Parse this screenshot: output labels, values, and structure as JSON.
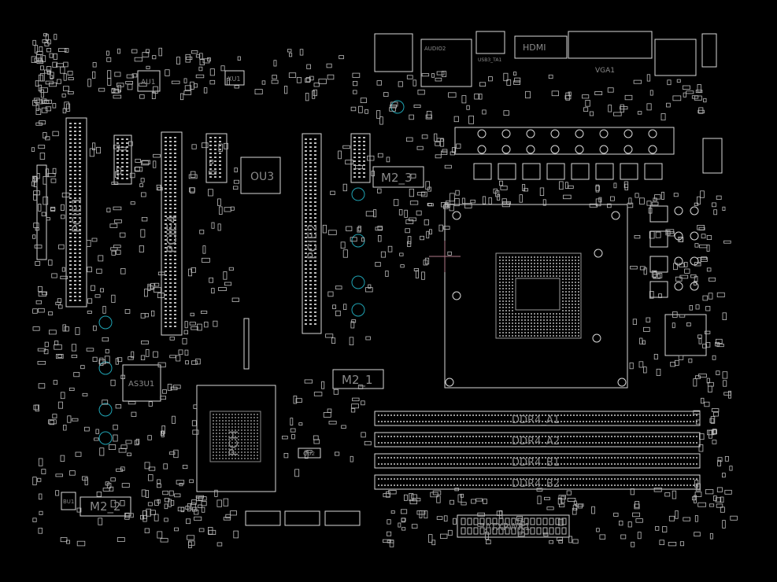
{
  "colors": {
    "background": "#000000",
    "outline": "#d8d8d8",
    "label": "#8a8a8a",
    "hole": "#1fa3b3",
    "crosshair": "#b07a8a",
    "pad": "#bcbcbc"
  },
  "labels": {
    "pcie1": "PCIE1",
    "pcie4": "PCIE4",
    "pcie2": "PCIE2",
    "ou3": "OU3",
    "au1": "AU1",
    "xu1": "XU1",
    "as3u1": "AS3U1",
    "m2_1": "M2_1",
    "m2_2": "M2_2",
    "m2_3": "M2_3",
    "ddr_a1": "DDR4_A1",
    "ddr_a2": "DDR4_A2",
    "ddr_b1": "DDR4_B1",
    "ddr_b2": "DDR4_B2",
    "atxpwr": "ATXPWR1",
    "hdmi": "HDMI",
    "audio": "AUDIO2",
    "usb": "USB3_TA1",
    "vga": "VGA1",
    "pch": "PCH",
    "qu2": "QU2",
    "bu1": "BU1"
  }
}
